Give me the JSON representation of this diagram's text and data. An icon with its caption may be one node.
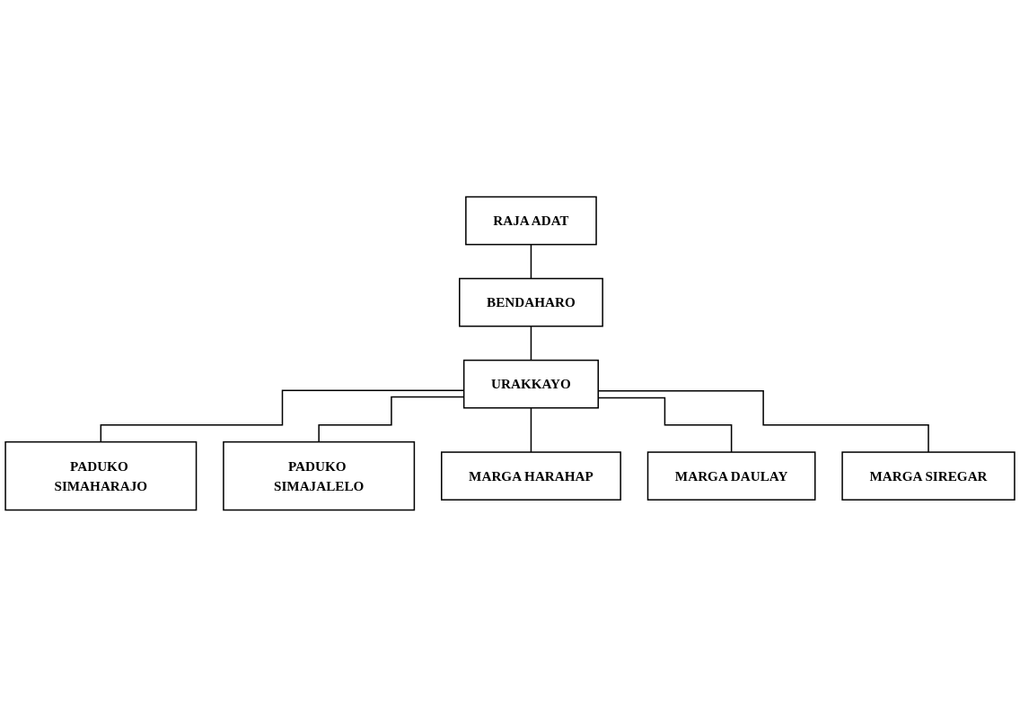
{
  "diagram": {
    "nodes": [
      {
        "text": [
          "RAJA ADAT"
        ]
      },
      {
        "text": [
          "BENDAHARO"
        ]
      },
      {
        "text": [
          "URAKKAYO"
        ]
      },
      {
        "text": [
          "PADUKO SIMAHARAJO"
        ]
      },
      {
        "text": [
          "PADUKO SIMAJALELO"
        ]
      },
      {
        "text": [
          "MARGA HARAHAP"
        ]
      },
      {
        "text": [
          "MARGA DAULAY"
        ]
      },
      {
        "text": [
          "MARGA SIREGAR"
        ]
      }
    ],
    "edges": [
      {
        "from": 0,
        "to": 1,
        "arrow": "none"
      },
      {
        "from": 1,
        "to": 2,
        "arrow": "none"
      },
      {
        "from": 2,
        "to": 3,
        "arrow": "none"
      },
      {
        "from": 2,
        "to": 4,
        "arrow": "none"
      },
      {
        "from": 2,
        "to": 5,
        "arrow": "none"
      },
      {
        "from": 2,
        "to": 6,
        "arrow": "none"
      },
      {
        "from": 2,
        "to": 7,
        "arrow": "none"
      }
    ]
  }
}
